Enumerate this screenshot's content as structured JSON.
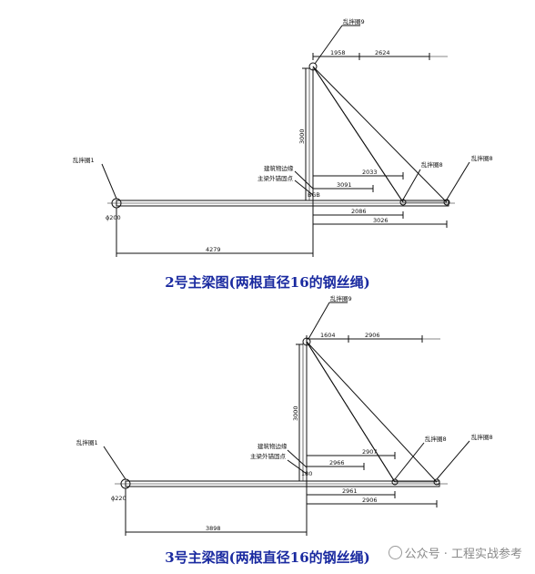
{
  "diagrams": [
    {
      "caption": "2号主梁图(两根直径16的钢丝绳)",
      "labels": {
        "ring_top": "乱拌圈9",
        "ring_left": "乱拌圈1",
        "ring_mid": "乱拌圈8",
        "ring_right": "乱拌圈8",
        "anchor_label_1": "建筑物边缘",
        "anchor_label_2": "主梁外锚固点",
        "left_dim": "ϕ200"
      },
      "dims": {
        "top_a": "1958",
        "top_b": "2624",
        "vertical": "3000",
        "h1": "2033",
        "h2": "3091",
        "h3": "2086",
        "h4": "3026",
        "base": "4279",
        "small": "BGB"
      }
    },
    {
      "caption": "3号主梁图(两根直径16的钢丝绳)",
      "labels": {
        "ring_top": "乱拌圈9",
        "ring_left": "乱拌圈1",
        "ring_mid": "乱拌圈8",
        "ring_right": "乱拌圈8",
        "anchor_label_1": "建筑物边缘",
        "anchor_label_2": "主梁外锚固点",
        "left_dim": "ϕ220"
      },
      "dims": {
        "top_a": "1604",
        "top_b": "2906",
        "vertical": "3000",
        "h1": "2907",
        "h2": "2966",
        "h3": "2961",
        "h4": "2906",
        "base": "3898",
        "small": "180"
      }
    }
  ],
  "watermark": "公众号 · 工程实战参考",
  "colors": {
    "caption": "#1a2aa0",
    "line": "#111111"
  }
}
